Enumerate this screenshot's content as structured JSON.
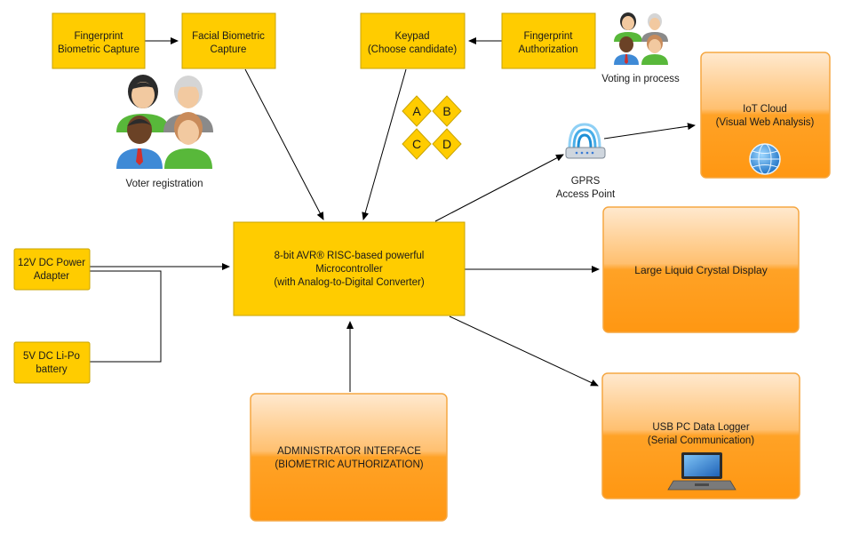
{
  "colors": {
    "yellow_fill": "#FFCC00",
    "yellow_border": "#C9A400",
    "orange_top": "#FFE3C2",
    "orange_bottom": "#FF9A1A",
    "orange_border": "#F5A742",
    "arrow": "#000000"
  },
  "nodes": {
    "fp_capture": [
      "Fingerprint",
      "Biometric Capture"
    ],
    "facial_capture": [
      "Facial Biometric",
      "Capture"
    ],
    "keypad": [
      "Keypad",
      "(Choose candidate)"
    ],
    "fp_auth": [
      "Fingerprint",
      "Authorization"
    ],
    "mcu": [
      "8-bit AVR® RISC-based powerful",
      "Microcontroller",
      "(with Analog-to-Digital Converter)"
    ],
    "power_12v": [
      "12V DC Power",
      "Adapter"
    ],
    "battery_5v": [
      "5V DC Li-Po",
      "battery"
    ],
    "iot_cloud": [
      "IoT Cloud",
      "(Visual Web Analysis)"
    ],
    "lcd": [
      "Large Liquid Crystal Display"
    ],
    "usb_logger": [
      "USB PC Data Logger",
      "(Serial Communication)"
    ],
    "admin": [
      "ADMINISTRATOR INTERFACE",
      "(BIOMETRIC AUTHORIZATION)"
    ]
  },
  "keypad_keys": [
    "A",
    "B",
    "C",
    "D"
  ],
  "captions": {
    "voter_registration": "Voter registration",
    "voting_in_process": "Voting in process",
    "gprs": [
      "GPRS",
      "Access Point"
    ]
  },
  "icons": [
    "people-group-icon",
    "keypad-icon",
    "wifi-router-icon",
    "globe-icon",
    "laptop-icon"
  ]
}
